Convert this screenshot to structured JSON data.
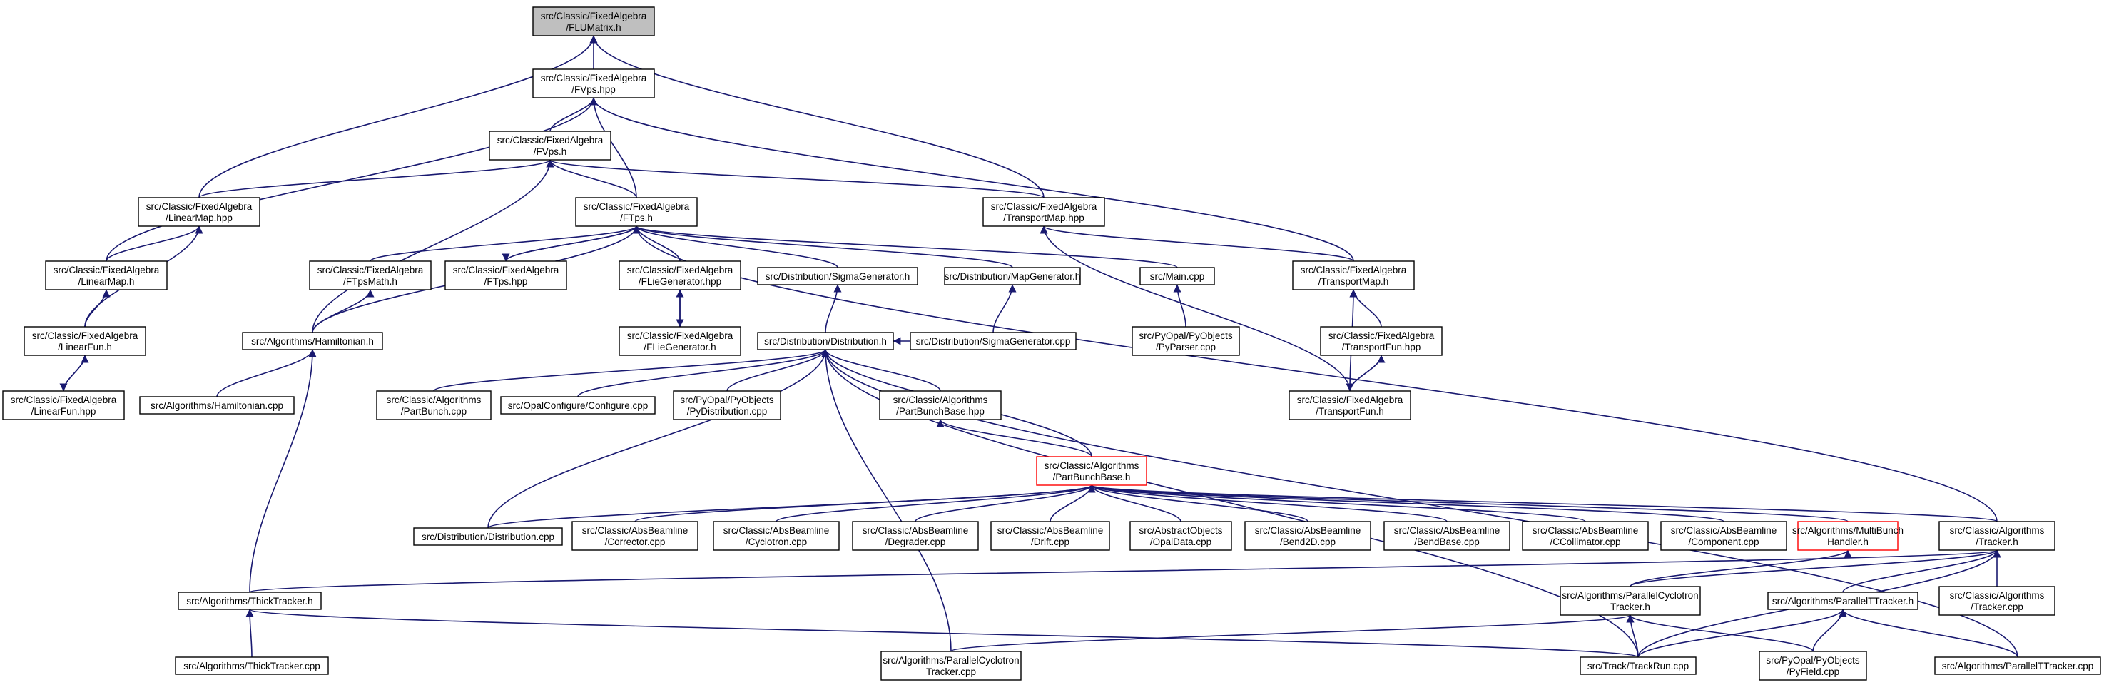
{
  "colors": {
    "edge": "#191970",
    "node_border": "#000000",
    "root_fill": "#bfbfbf",
    "highlight_border": "#ff0000"
  },
  "nodes": {
    "flumatrix": [
      "src/Classic/FixedAlgebra",
      "/FLUMatrix.h"
    ],
    "fvps_hpp": [
      "src/Classic/FixedAlgebra",
      "/FVps.hpp"
    ],
    "fvps_h": [
      "src/Classic/FixedAlgebra",
      "/FVps.h"
    ],
    "linearmap_hpp": [
      "src/Classic/FixedAlgebra",
      "/LinearMap.hpp"
    ],
    "ftps_h": [
      "src/Classic/FixedAlgebra",
      "/FTps.h"
    ],
    "transportmap_hpp": [
      "src/Classic/FixedAlgebra",
      "/TransportMap.hpp"
    ],
    "linearmap_h": [
      "src/Classic/FixedAlgebra",
      "/LinearMap.h"
    ],
    "ftpsmath_h": [
      "src/Classic/FixedAlgebra",
      "/FTpsMath.h"
    ],
    "ftps_hpp": [
      "src/Classic/FixedAlgebra",
      "/FTps.hpp"
    ],
    "fliegen_hpp": [
      "src/Classic/FixedAlgebra",
      "/FLieGenerator.hpp"
    ],
    "sigmagen_h": [
      "src/Distribution/SigmaGenerator.h"
    ],
    "mapgen_h": [
      "src/Distribution/MapGenerator.h"
    ],
    "main_cpp": [
      "src/Main.cpp"
    ],
    "transportmap_h": [
      "src/Classic/FixedAlgebra",
      "/TransportMap.h"
    ],
    "linearfun_h": [
      "src/Classic/FixedAlgebra",
      "/LinearFun.h"
    ],
    "hamiltonian_h": [
      "src/Algorithms/Hamiltonian.h"
    ],
    "fliegen_h": [
      "src/Classic/FixedAlgebra",
      "/FLieGenerator.h"
    ],
    "distribution_h": [
      "src/Distribution/Distribution.h"
    ],
    "sigmagen_cpp": [
      "src/Distribution/SigmaGenerator.cpp"
    ],
    "pyparser_cpp": [
      "src/PyOpal/PyObjects",
      "/PyParser.cpp"
    ],
    "transportfun_hpp": [
      "src/Classic/FixedAlgebra",
      "/TransportFun.hpp"
    ],
    "linearfun_hpp": [
      "src/Classic/FixedAlgebra",
      "/LinearFun.hpp"
    ],
    "hamiltonian_cpp": [
      "src/Algorithms/Hamiltonian.cpp"
    ],
    "partbunch_cpp": [
      "src/Classic/Algorithms",
      "/PartBunch.cpp"
    ],
    "configure_cpp": [
      "src/OpalConfigure/Configure.cpp"
    ],
    "pydistribution_cpp": [
      "src/PyOpal/PyObjects",
      "/PyDistribution.cpp"
    ],
    "partbunchbase_hpp": [
      "src/Classic/Algorithms",
      "/PartBunchBase.hpp"
    ],
    "transportfun_h": [
      "src/Classic/FixedAlgebra",
      "/TransportFun.h"
    ],
    "partbunchbase_h": [
      "src/Classic/Algorithms",
      "/PartBunchBase.h"
    ],
    "distribution_cpp": [
      "src/Distribution/Distribution.cpp"
    ],
    "corrector_cpp": [
      "src/Classic/AbsBeamline",
      "/Corrector.cpp"
    ],
    "cyclotron_cpp": [
      "src/Classic/AbsBeamline",
      "/Cyclotron.cpp"
    ],
    "degrader_cpp": [
      "src/Classic/AbsBeamline",
      "/Degrader.cpp"
    ],
    "drift_cpp": [
      "src/Classic/AbsBeamline",
      "/Drift.cpp"
    ],
    "opaldata_cpp": [
      "src/AbstractObjects",
      "/OpalData.cpp"
    ],
    "bend2d_cpp": [
      "src/Classic/AbsBeamline",
      "/Bend2D.cpp"
    ],
    "bendbase_cpp": [
      "src/Classic/AbsBeamline",
      "/BendBase.cpp"
    ],
    "ccollimator_cpp": [
      "src/Classic/AbsBeamline",
      "/CCollimator.cpp"
    ],
    "component_cpp": [
      "src/Classic/AbsBeamline",
      "/Component.cpp"
    ],
    "multibunch_h": [
      "src/Algorithms/MultiBunch",
      "Handler.h"
    ],
    "tracker_h": [
      "src/Classic/Algorithms",
      "/Tracker.h"
    ],
    "thicktracker_h": [
      "src/Algorithms/ThickTracker.h"
    ],
    "parallelcyc_h": [
      "src/Algorithms/ParallelCyclotron",
      "Tracker.h"
    ],
    "paralleltt_h": [
      "src/Algorithms/ParallelTTracker.h"
    ],
    "tracker_cpp": [
      "src/Classic/Algorithms",
      "/Tracker.cpp"
    ],
    "thicktracker_cpp": [
      "src/Algorithms/ThickTracker.cpp"
    ],
    "parallelcyc_cpp": [
      "src/Algorithms/ParallelCyclotron",
      "Tracker.cpp"
    ],
    "trackrun_cpp": [
      "src/Track/TrackRun.cpp"
    ],
    "pyfield_cpp": [
      "src/PyOpal/PyObjects",
      "/PyField.cpp"
    ],
    "paralleltt_cpp": [
      "src/Algorithms/ParallelTTracker.cpp"
    ]
  },
  "edges": [
    [
      "fvps_hpp",
      "flumatrix"
    ],
    [
      "linearmap_hpp",
      "flumatrix"
    ],
    [
      "transportmap_hpp",
      "flumatrix"
    ],
    [
      "fvps_h",
      "fvps_hpp"
    ],
    [
      "ftps_h",
      "fvps_hpp"
    ],
    [
      "linearmap_h",
      "fvps_hpp"
    ],
    [
      "transportmap_h",
      "fvps_hpp"
    ],
    [
      "linearmap_hpp",
      "fvps_h"
    ],
    [
      "ftps_h",
      "fvps_h"
    ],
    [
      "hamiltonian_h",
      "fvps_h"
    ],
    [
      "transportmap_hpp",
      "fvps_h"
    ],
    [
      "linearmap_h",
      "linearmap_hpp"
    ],
    [
      "linearfun_h",
      "linearmap_hpp"
    ],
    [
      "ftpsmath_h",
      "ftps_h"
    ],
    [
      "ftps_hpp",
      "ftps_h"
    ],
    [
      "fliegen_hpp",
      "ftps_h"
    ],
    [
      "sigmagen_h",
      "ftps_h"
    ],
    [
      "mapgen_h",
      "ftps_h"
    ],
    [
      "main_cpp",
      "ftps_h"
    ],
    [
      "hamiltonian_h",
      "ftps_h"
    ],
    [
      "tracker_h",
      "ftps_h"
    ],
    [
      "ftps_h",
      "ftps_hpp"
    ],
    [
      "transportmap_h",
      "transportmap_hpp"
    ],
    [
      "transportfun_h",
      "transportmap_hpp"
    ],
    [
      "linearfun_h",
      "linearmap_h"
    ],
    [
      "linearfun_hpp",
      "linearfun_h"
    ],
    [
      "linearfun_h",
      "linearfun_hpp"
    ],
    [
      "hamiltonian_h",
      "ftpsmath_h"
    ],
    [
      "fliegen_h",
      "fliegen_hpp"
    ],
    [
      "fliegen_hpp",
      "fliegen_h"
    ],
    [
      "distribution_h",
      "sigmagen_h"
    ],
    [
      "sigmagen_cpp",
      "mapgen_h"
    ],
    [
      "pyparser_cpp",
      "main_cpp"
    ],
    [
      "transportfun_hpp",
      "transportmap_h"
    ],
    [
      "transportfun_h",
      "transportmap_h"
    ],
    [
      "transportfun_h",
      "transportfun_hpp"
    ],
    [
      "transportfun_hpp",
      "transportfun_h"
    ],
    [
      "hamiltonian_cpp",
      "hamiltonian_h"
    ],
    [
      "thicktracker_h",
      "hamiltonian_h"
    ],
    [
      "sigmagen_cpp",
      "distribution_h"
    ],
    [
      "partbunch_cpp",
      "distribution_h"
    ],
    [
      "configure_cpp",
      "distribution_h"
    ],
    [
      "pydistribution_cpp",
      "distribution_h"
    ],
    [
      "partbunchbase_hpp",
      "distribution_h"
    ],
    [
      "partbunchbase_h",
      "distribution_h"
    ],
    [
      "distribution_cpp",
      "distribution_h"
    ],
    [
      "trackrun_cpp",
      "distribution_h"
    ],
    [
      "parallelcyc_cpp",
      "distribution_h"
    ],
    [
      "paralleltt_cpp",
      "distribution_h"
    ],
    [
      "partbunchbase_h",
      "partbunchbase_hpp"
    ],
    [
      "distribution_cpp",
      "partbunchbase_h"
    ],
    [
      "corrector_cpp",
      "partbunchbase_h"
    ],
    [
      "cyclotron_cpp",
      "partbunchbase_h"
    ],
    [
      "degrader_cpp",
      "partbunchbase_h"
    ],
    [
      "drift_cpp",
      "partbunchbase_h"
    ],
    [
      "opaldata_cpp",
      "partbunchbase_h"
    ],
    [
      "bend2d_cpp",
      "partbunchbase_h"
    ],
    [
      "bendbase_cpp",
      "partbunchbase_h"
    ],
    [
      "ccollimator_cpp",
      "partbunchbase_h"
    ],
    [
      "component_cpp",
      "partbunchbase_h"
    ],
    [
      "multibunch_h",
      "partbunchbase_h"
    ],
    [
      "tracker_h",
      "partbunchbase_h"
    ],
    [
      "parallelcyc_h",
      "multibunch_h"
    ],
    [
      "thicktracker_h",
      "tracker_h"
    ],
    [
      "parallelcyc_h",
      "tracker_h"
    ],
    [
      "paralleltt_h",
      "tracker_h"
    ],
    [
      "tracker_cpp",
      "tracker_h"
    ],
    [
      "trackrun_cpp",
      "tracker_h"
    ],
    [
      "thicktracker_cpp",
      "thicktracker_h"
    ],
    [
      "trackrun_cpp",
      "thicktracker_h"
    ],
    [
      "parallelcyc_cpp",
      "parallelcyc_h"
    ],
    [
      "trackrun_cpp",
      "parallelcyc_h"
    ],
    [
      "pyfield_cpp",
      "parallelcyc_h"
    ],
    [
      "trackrun_cpp",
      "paralleltt_h"
    ],
    [
      "pyfield_cpp",
      "paralleltt_h"
    ],
    [
      "paralleltt_cpp",
      "paralleltt_h"
    ]
  ]
}
